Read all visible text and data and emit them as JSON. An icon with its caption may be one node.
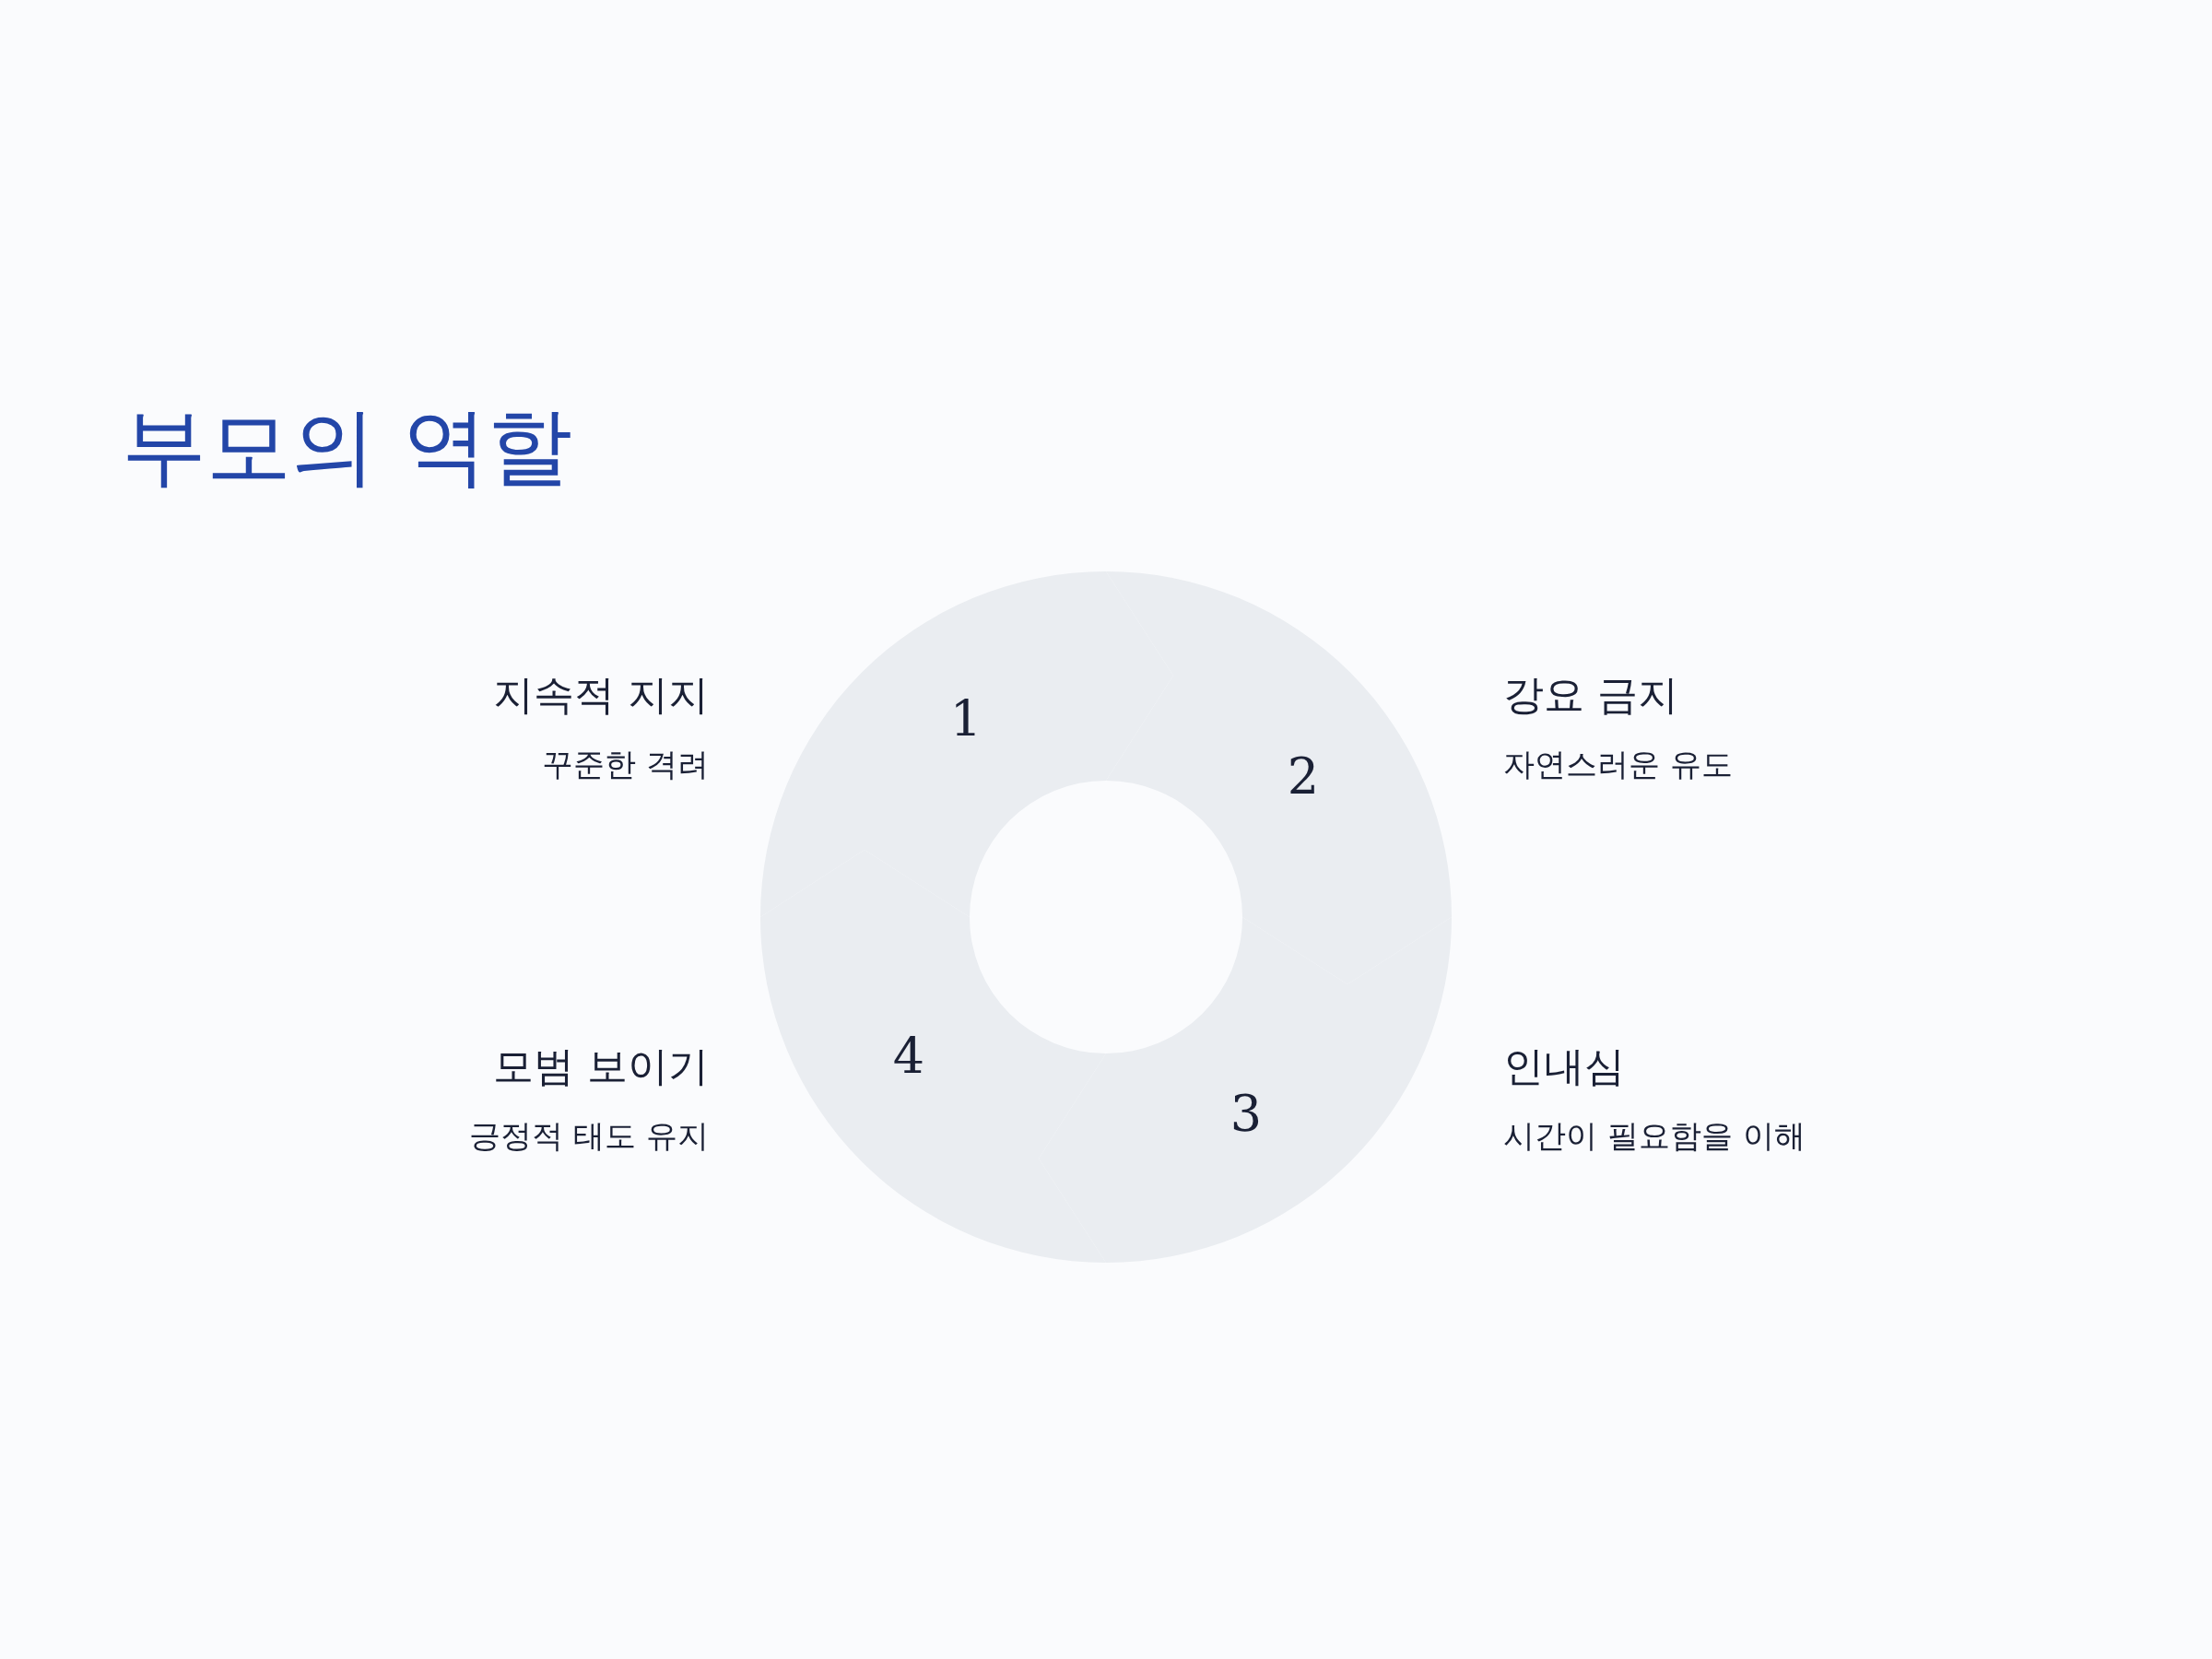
{
  "diagram": {
    "title": "부모의 역할",
    "nodes": [
      {
        "text": [
          "1"
        ],
        "beside": [
          "지속적 지지",
          "꾸준한 격려"
        ]
      },
      {
        "text": [
          "2"
        ],
        "beside": [
          "강요 금지",
          "자연스러운 유도"
        ]
      },
      {
        "text": [
          "3"
        ],
        "beside": [
          "인내심",
          "시간이 필요함을 이해"
        ]
      },
      {
        "text": [
          "4"
        ],
        "beside": [
          "모범 보이기",
          "긍정적 태도 유지"
        ]
      }
    ]
  }
}
